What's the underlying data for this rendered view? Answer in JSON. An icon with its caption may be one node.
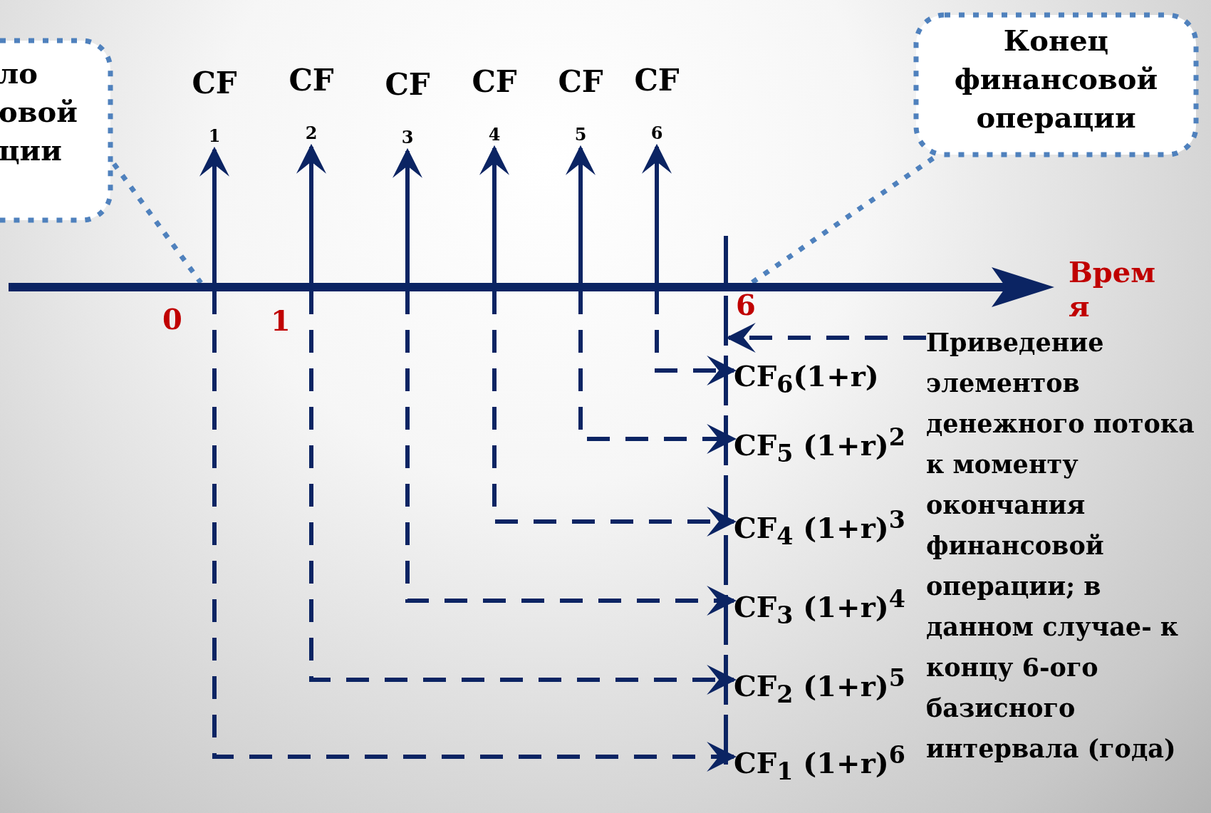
{
  "diagram": {
    "nodes": [
      {
        "text": [
          "ло овой ции"
        ]
      },
      {
        "text": [
          "Конец финансовой операции"
        ]
      },
      {
        "text": [
          "CF",
          "1"
        ]
      },
      {
        "text": [
          "CF",
          "2"
        ]
      },
      {
        "text": [
          "CF",
          "3"
        ]
      },
      {
        "text": [
          "CF",
          "4"
        ]
      },
      {
        "text": [
          "CF",
          "5"
        ]
      },
      {
        "text": [
          "CF",
          "6"
        ]
      },
      {
        "text": [
          "CF$_{6}$(1+r)"
        ]
      },
      {
        "text": [
          "CF$_{5}$ (1+r)$^{2}$"
        ]
      },
      {
        "text": [
          "CF$_{4}$ (1+r)$^{3}$"
        ]
      },
      {
        "text": [
          "CF$_{3}$ (1+r)$^{4}$"
        ]
      },
      {
        "text": [
          "CF$_{2}$ (1+r)$^{5}$"
        ]
      },
      {
        "text": [
          "CF$_{1}$ (1+r)$^{6}$"
        ]
      },
      {
        "text": [
          "Приведение элементов денежного потока к моменту окончания финансовой операции; в данном случае- к концу 6-ого базисного интервала (года)"
        ]
      },
      {
        "text": [],
        "shape": "arrow"
      },
      {
        "text": [],
        "shape": "bar"
      }
    ],
    "edges": [
      {
        "from": 15,
        "to": 2,
        "arrow": "to"
      },
      {
        "from": 15,
        "to": 3,
        "arrow": "to"
      },
      {
        "from": 15,
        "to": 4,
        "arrow": "to"
      },
      {
        "from": 15,
        "to": 5,
        "arrow": "to"
      },
      {
        "from": 15,
        "to": 6,
        "arrow": "to"
      },
      {
        "from": 15,
        "to": 7,
        "arrow": "to"
      },
      {
        "from": 15,
        "to": 13,
        "arrow": "to",
        "style": "dashed"
      },
      {
        "from": 15,
        "to": 12,
        "arrow": "to",
        "style": "dashed"
      },
      {
        "from": 15,
        "to": 11,
        "arrow": "to",
        "style": "dashed"
      },
      {
        "from": 15,
        "to": 10,
        "arrow": "to",
        "style": "dashed"
      },
      {
        "from": 15,
        "to": 9,
        "arrow": "to",
        "style": "dashed"
      },
      {
        "from": 15,
        "to": 8,
        "arrow": "to",
        "style": "dashed"
      },
      {
        "from": 14,
        "to": 16,
        "arrow": "to",
        "style": "dashed"
      },
      {
        "from": 0,
        "to": 15,
        "arrow": "none",
        "style": "dashed",
        "color": "#4f81bd"
      },
      {
        "from": 1,
        "to": 15,
        "arrow": "none",
        "style": "dashed",
        "color": "#4f81bd"
      }
    ],
    "labels": [
      "Врем я",
      "0",
      "1",
      "6"
    ]
  }
}
